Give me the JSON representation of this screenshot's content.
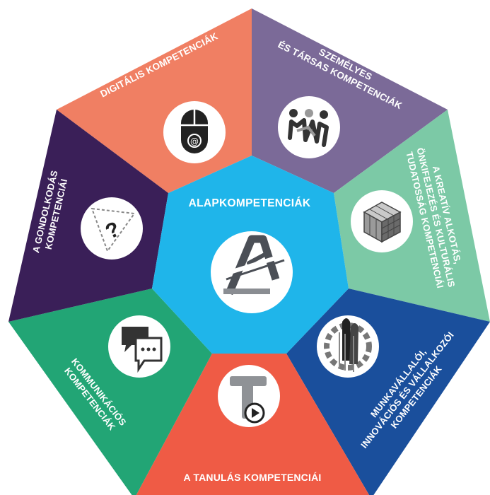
{
  "center": {
    "title": "ALAPKOMPETENCIÁK",
    "icon": "letter-a-pen-icon",
    "color": "#1fb5ea"
  },
  "segments": [
    {
      "id": "digitalis",
      "color": "#f07f63",
      "icon": "computer-mouse-at-icon",
      "lines": [
        "DIGITÁLIS KOMPETENCIÁK"
      ]
    },
    {
      "id": "szemelyes",
      "color": "#7b6a98",
      "icon": "people-connected-icon",
      "lines": [
        "SZEMÉLYES",
        "ÉS TÁRSAS KOMPETENCIÁK"
      ]
    },
    {
      "id": "kreativ",
      "color": "#7cc9a6",
      "icon": "rubik-cube-icon",
      "lines": [
        "A KREATÍV ALKOTÁS,",
        "ÖNKIFEJEZÉS ÉS KULTURÁLIS",
        "TUDATOSSÁG KOMPETENCIÁI"
      ]
    },
    {
      "id": "munkavallaloi",
      "color": "#1a4f9c",
      "icon": "gear-rocket-icon",
      "lines": [
        "MUNKAVÁLLALÓI,",
        "INNOVÁCIÓS ÉS VÁLLALKOZÓI",
        "KOMPETENCIÁK"
      ]
    },
    {
      "id": "tanulas",
      "color": "#ef5b45",
      "icon": "letter-t-play-icon",
      "lines": [
        "A TANULÁS KOMPETENCIÁI"
      ]
    },
    {
      "id": "kommunikacios",
      "color": "#22a575",
      "icon": "speech-bubbles-icon",
      "lines": [
        "KOMMUNIKÁCIÓS",
        "KOMPETENCIÁK"
      ]
    },
    {
      "id": "gondolkodas",
      "color": "#3a1f58",
      "icon": "question-triangle-icon",
      "lines": [
        "A GONDOLKODÁS",
        "KOMPETENCIÁI"
      ]
    }
  ]
}
